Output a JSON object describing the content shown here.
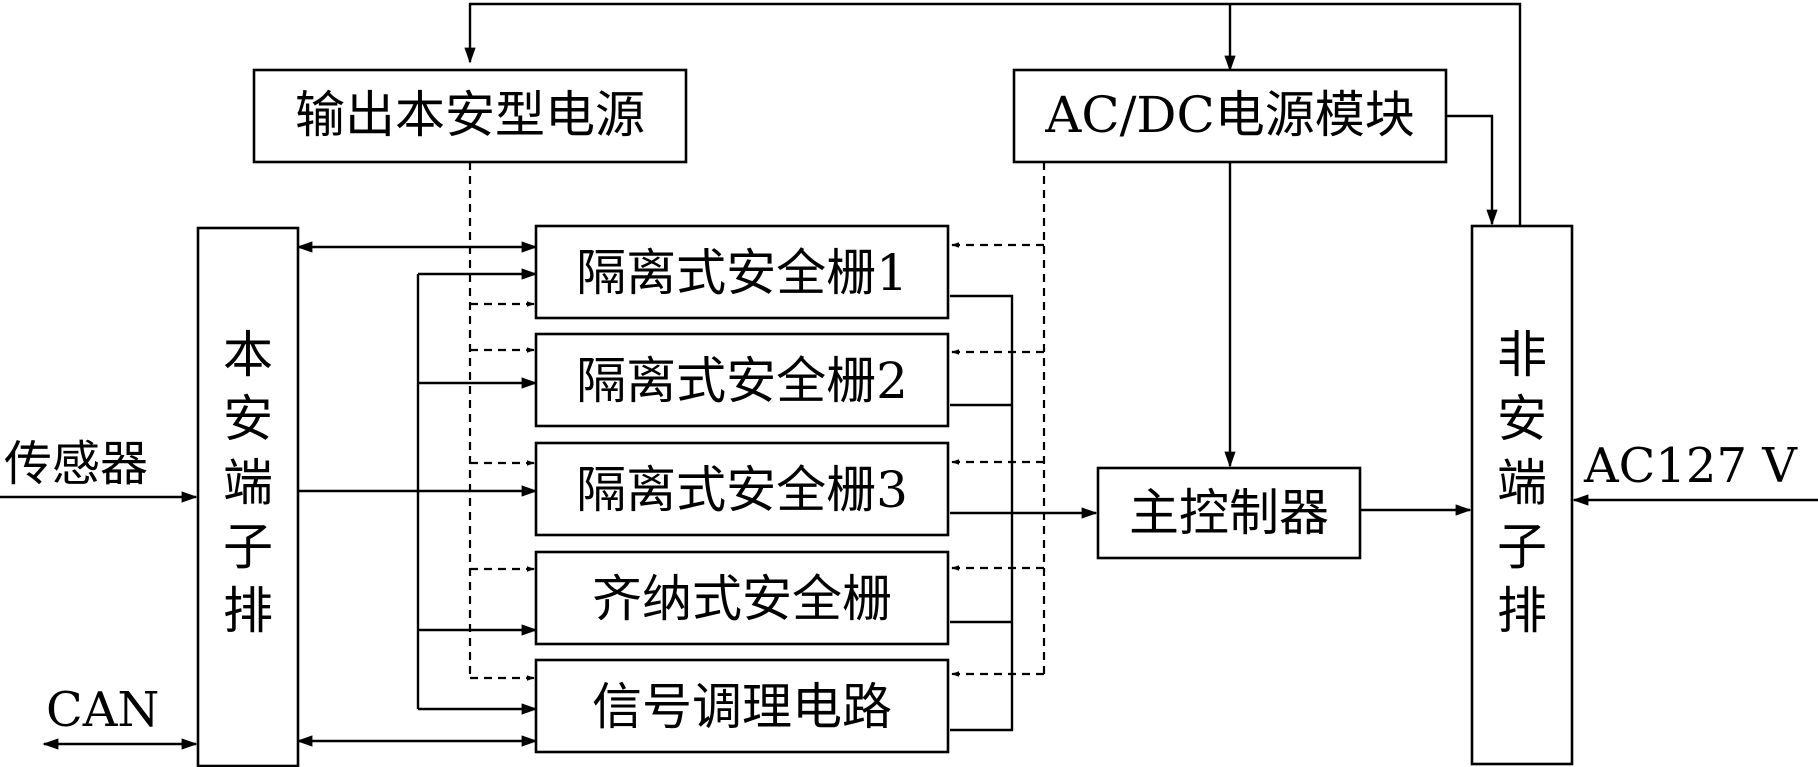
{
  "blocks": {
    "is_power_output": "输出本安型电源",
    "acdc_module": "AC/DC电源模块",
    "isolation_barrier_1": "隔离式安全栅1",
    "isolation_barrier_2": "隔离式安全栅2",
    "isolation_barrier_3": "隔离式安全栅3",
    "zener_barrier": "齐纳式安全栅",
    "signal_conditioning": "信号调理电路",
    "main_controller": "主控制器",
    "is_terminal_block": [
      "本",
      "安",
      "端",
      "子",
      "排"
    ],
    "non_is_terminal_block": [
      "非",
      "安",
      "端",
      "子",
      "排"
    ]
  },
  "external_labels": {
    "sensor": "传感器",
    "can": "CAN",
    "ac_input": "AC127 V"
  },
  "colors": {
    "stroke": "#000000",
    "background": "#ffffff"
  }
}
